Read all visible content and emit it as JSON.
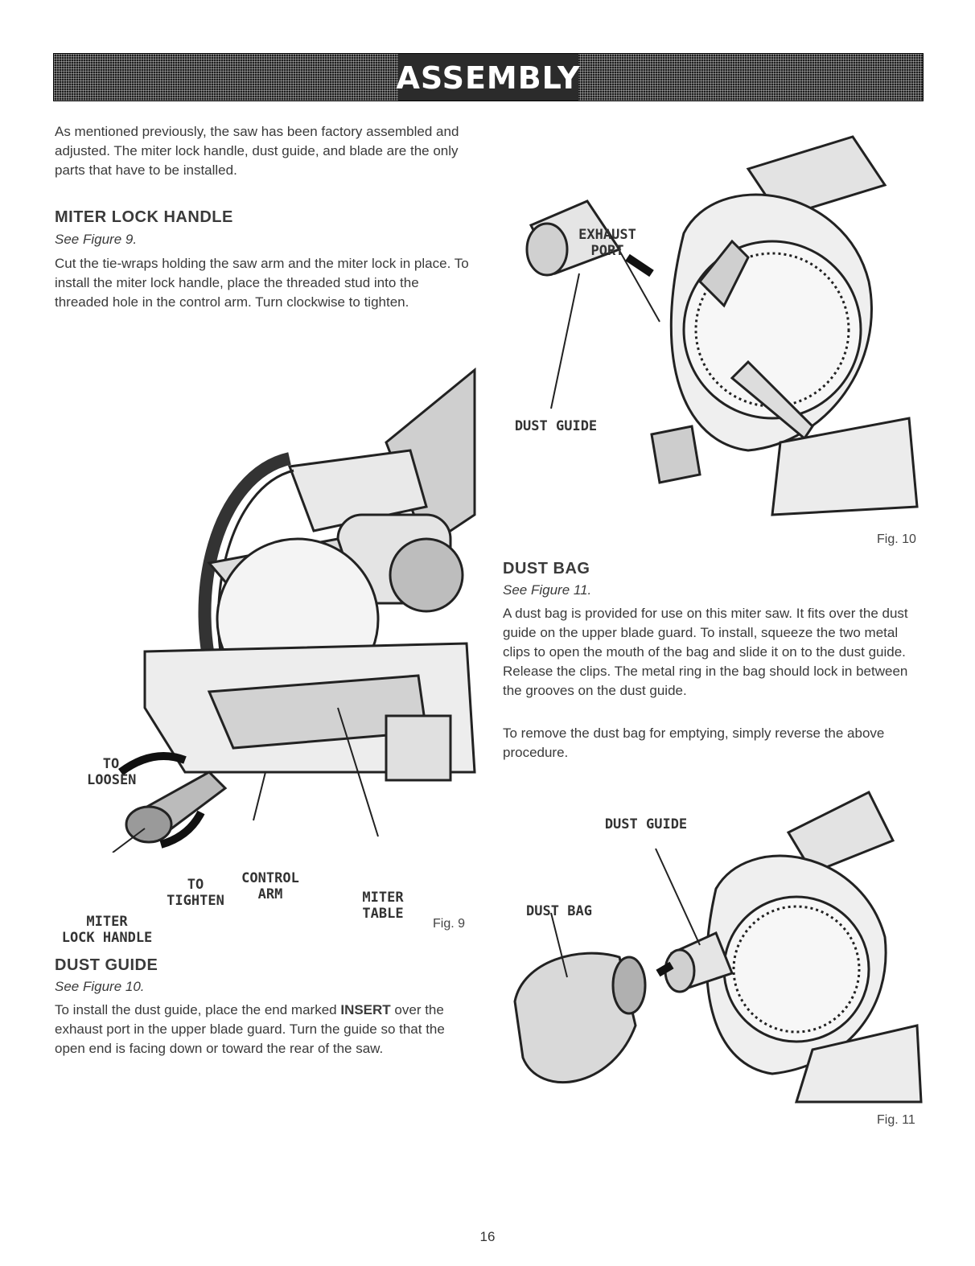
{
  "header": {
    "title": "ASSEMBLY"
  },
  "intro": "As mentioned previously, the saw has been factory assembled and adjusted. The miter lock handle, dust guide, and blade are the only parts that have to be installed.",
  "miter_lock": {
    "heading": "MITER LOCK HANDLE",
    "see": "See Figure 9.",
    "body": "Cut the tie-wraps holding the saw arm and the miter lock in place. To install the miter lock handle, place the threaded stud into the threaded hole in the control arm. Turn clockwise to tighten."
  },
  "fig9": {
    "caption": "Fig. 9",
    "labels": {
      "to_loosen_1": "TO",
      "to_loosen_2": "LOOSEN",
      "to_tighten_1": "TO",
      "to_tighten_2": "TIGHTEN",
      "control_arm_1": "CONTROL",
      "control_arm_2": "ARM",
      "miter_table_1": "MITER",
      "miter_table_2": "TABLE",
      "miter_lock_1": "MITER",
      "miter_lock_2": "LOCK HANDLE"
    }
  },
  "dust_guide": {
    "heading": "DUST GUIDE",
    "see": "See Figure 10.",
    "body_before": "To install the dust guide, place the end marked ",
    "body_bold": "INSERT",
    "body_after": " over the exhaust port in the upper blade guard. Turn the guide so that the open end is facing down or toward the rear of the saw."
  },
  "fig10": {
    "caption": "Fig. 10",
    "labels": {
      "exhaust_1": "EXHAUST",
      "exhaust_2": "PORT",
      "dust_guide": "DUST GUIDE"
    }
  },
  "dust_bag": {
    "heading": "DUST BAG",
    "see": "See Figure 11.",
    "body1": "A dust bag is provided for use on this miter saw. It fits over the dust guide on the upper blade guard. To install, squeeze the two metal clips to open the mouth of the bag and slide it on to the dust guide. Release the clips. The metal ring in the bag should lock in between the grooves on the dust guide.",
    "body2": "To remove the dust bag for emptying, simply reverse the above procedure."
  },
  "fig11": {
    "caption": "Fig. 11",
    "labels": {
      "dust_guide": "DUST GUIDE",
      "dust_bag": "DUST BAG"
    }
  },
  "footer": {
    "page_number": "16"
  }
}
